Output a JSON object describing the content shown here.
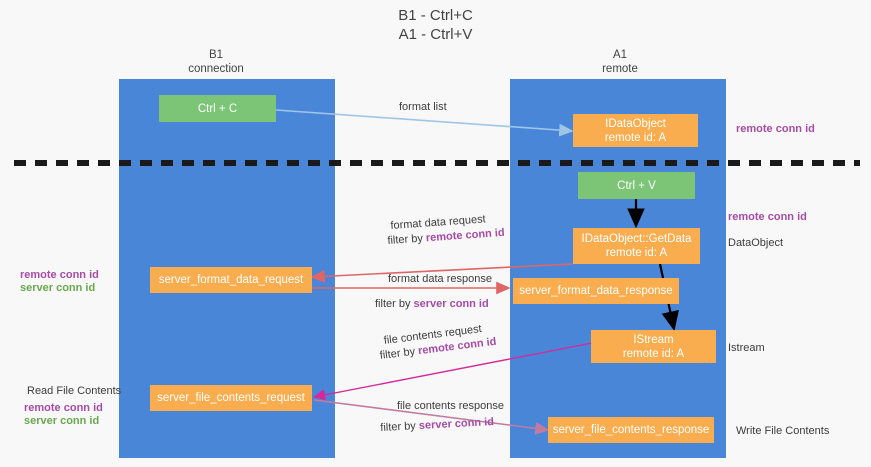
{
  "title": {
    "line1": "B1 - Ctrl+C",
    "line2": "A1 - Ctrl+V"
  },
  "columns": [
    {
      "name": "B1",
      "sub": "connection"
    },
    {
      "name": "A1",
      "sub": "remote"
    }
  ],
  "colors": {
    "lane": "#4a86d8",
    "green_node": "#7cc576",
    "orange_node": "#f9ad4f",
    "purple_text": "#a64ca6",
    "green_text": "#6aa84f",
    "arrow_format_list": "#9fc5e8",
    "arrow_black": "#000000",
    "arrow_red": "#e06666",
    "arrow_magenta": "#c27ba0",
    "arrow_pink": "#d5299b",
    "divider": "#1a1a1a",
    "background": "#f8f8f8"
  },
  "nodes": [
    {
      "id": "ctrl-c",
      "label": "Ctrl + C",
      "label2": "",
      "kind": "green"
    },
    {
      "id": "idataobject-top",
      "label": "IDataObject",
      "label2": "remote id: A",
      "kind": "orange"
    },
    {
      "id": "ctrl-v",
      "label": "Ctrl + V",
      "label2": "",
      "kind": "green"
    },
    {
      "id": "getdata",
      "label": "IDataObject::GetData",
      "label2": "remote id: A",
      "kind": "orange"
    },
    {
      "id": "server-format-data-request",
      "label": "server_format_data_request",
      "label2": "",
      "kind": "orange"
    },
    {
      "id": "server-format-data-response",
      "label": "server_format_data_response",
      "label2": "",
      "kind": "orange"
    },
    {
      "id": "istream",
      "label": "IStream",
      "label2": "remote id: A",
      "kind": "orange"
    },
    {
      "id": "server-file-contents-request",
      "label": "server_file_contents_request",
      "label2": "",
      "kind": "orange"
    },
    {
      "id": "server-file-contents-response",
      "label": "server_file_contents_response",
      "label2": "",
      "kind": "orange"
    }
  ],
  "edge_labels": {
    "format_list": "format list",
    "format_data_request": "format data request",
    "format_data_request_filter_prefix": "filter by ",
    "format_data_request_filter_key": "remote conn id",
    "format_data_response": "format data response",
    "format_data_response_filter_prefix": "filter by ",
    "format_data_response_filter_key": "server conn id",
    "file_contents_request": "file contents request",
    "file_contents_request_filter_prefix": "filter by ",
    "file_contents_request_filter_key": "remote conn id",
    "file_contents_response": "file contents response",
    "file_contents_response_filter_prefix": "filter by ",
    "file_contents_response_filter_key": "server conn id"
  },
  "side_labels": {
    "right_remote_conn_id_top": "remote conn id",
    "right_remote_conn_id_mid": "remote conn id",
    "right_dataobject": "DataObject",
    "right_istream": "Istream",
    "right_write_file_contents": "Write File Contents",
    "left_remote_conn_id": "remote conn id",
    "left_server_conn_id": "server conn id",
    "left_read_file_contents": "Read File Contents",
    "left_remote_conn_id_2": "remote conn id",
    "left_server_conn_id_2": "server conn id"
  }
}
